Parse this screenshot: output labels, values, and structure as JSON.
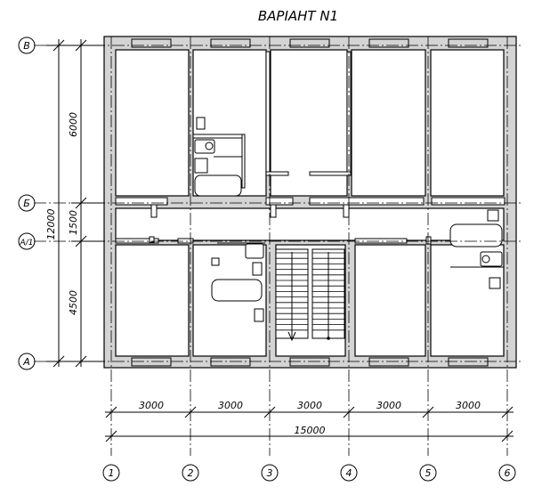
{
  "title": "ВАРІАНТ N1",
  "grid_letters": [
    "В",
    "Б",
    "А/1",
    "А"
  ],
  "grid_numbers": [
    "1",
    "2",
    "3",
    "4",
    "5",
    "6"
  ],
  "vertical_dims": [
    "6000",
    "1500",
    "4500"
  ],
  "vertical_total": "12000",
  "horizontal_dims": [
    "3000",
    "3000",
    "3000",
    "3000",
    "3000"
  ],
  "horizontal_total": "15000",
  "colors": {
    "ink": "#000000",
    "wall_fill": "#d4d4d4",
    "room_fill": "#ffffff"
  }
}
